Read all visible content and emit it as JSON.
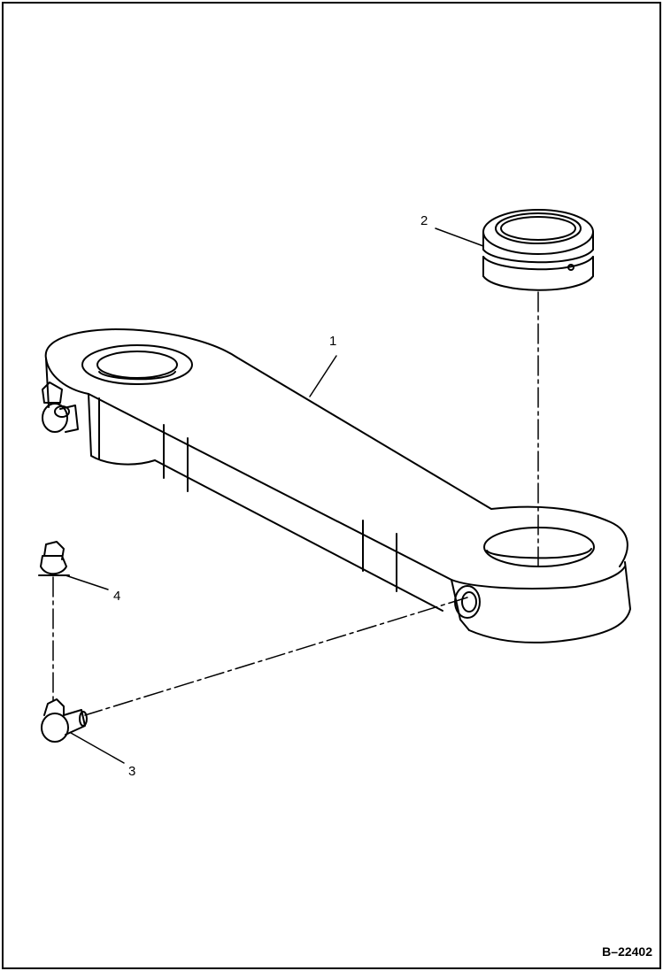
{
  "diagram": {
    "callouts": [
      {
        "id": "1",
        "label": "1"
      },
      {
        "id": "2",
        "label": "2"
      },
      {
        "id": "3",
        "label": "3"
      },
      {
        "id": "4",
        "label": "4"
      }
    ],
    "reference_code": "B–22402",
    "line_color": "#000000",
    "background": "#ffffff"
  }
}
